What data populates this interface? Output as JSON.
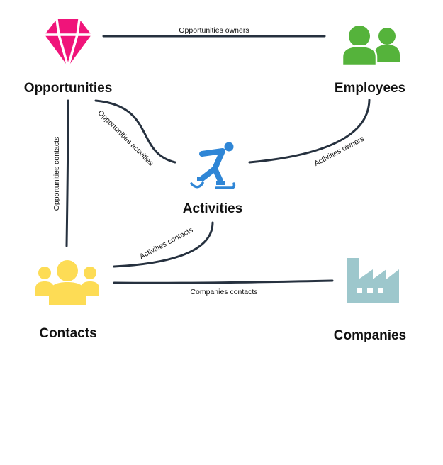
{
  "nodes": {
    "opportunities": {
      "label": "Opportunities",
      "icon": "gem-icon",
      "color": "#f0147a"
    },
    "employees": {
      "label": "Employees",
      "icon": "users-icon",
      "color": "#55b33b"
    },
    "activities": {
      "label": "Activities",
      "icon": "ice-skater-icon",
      "color": "#2f86d6"
    },
    "contacts": {
      "label": "Contacts",
      "icon": "group-icon",
      "color": "#fddc55"
    },
    "companies": {
      "label": "Companies",
      "icon": "factory-icon",
      "color": "#9dc7cc"
    }
  },
  "edges": {
    "opportunities_owners": {
      "label": "Opportunities owners",
      "from": "Opportunities",
      "to": "Employees"
    },
    "opportunities_activities": {
      "label": "Opportunities activities",
      "from": "Opportunities",
      "to": "Activities"
    },
    "activities_owners": {
      "label": "Activities owners",
      "from": "Activities",
      "to": "Employees"
    },
    "opportunities_contacts": {
      "label": "Opportunities contacts",
      "from": "Opportunities",
      "to": "Contacts"
    },
    "activities_contacts": {
      "label": "Activities contacts",
      "from": "Activities",
      "to": "Contacts"
    },
    "companies_contacts": {
      "label": "Companies contacts",
      "from": "Contacts",
      "to": "Companies"
    }
  },
  "line_color": "#26313f"
}
